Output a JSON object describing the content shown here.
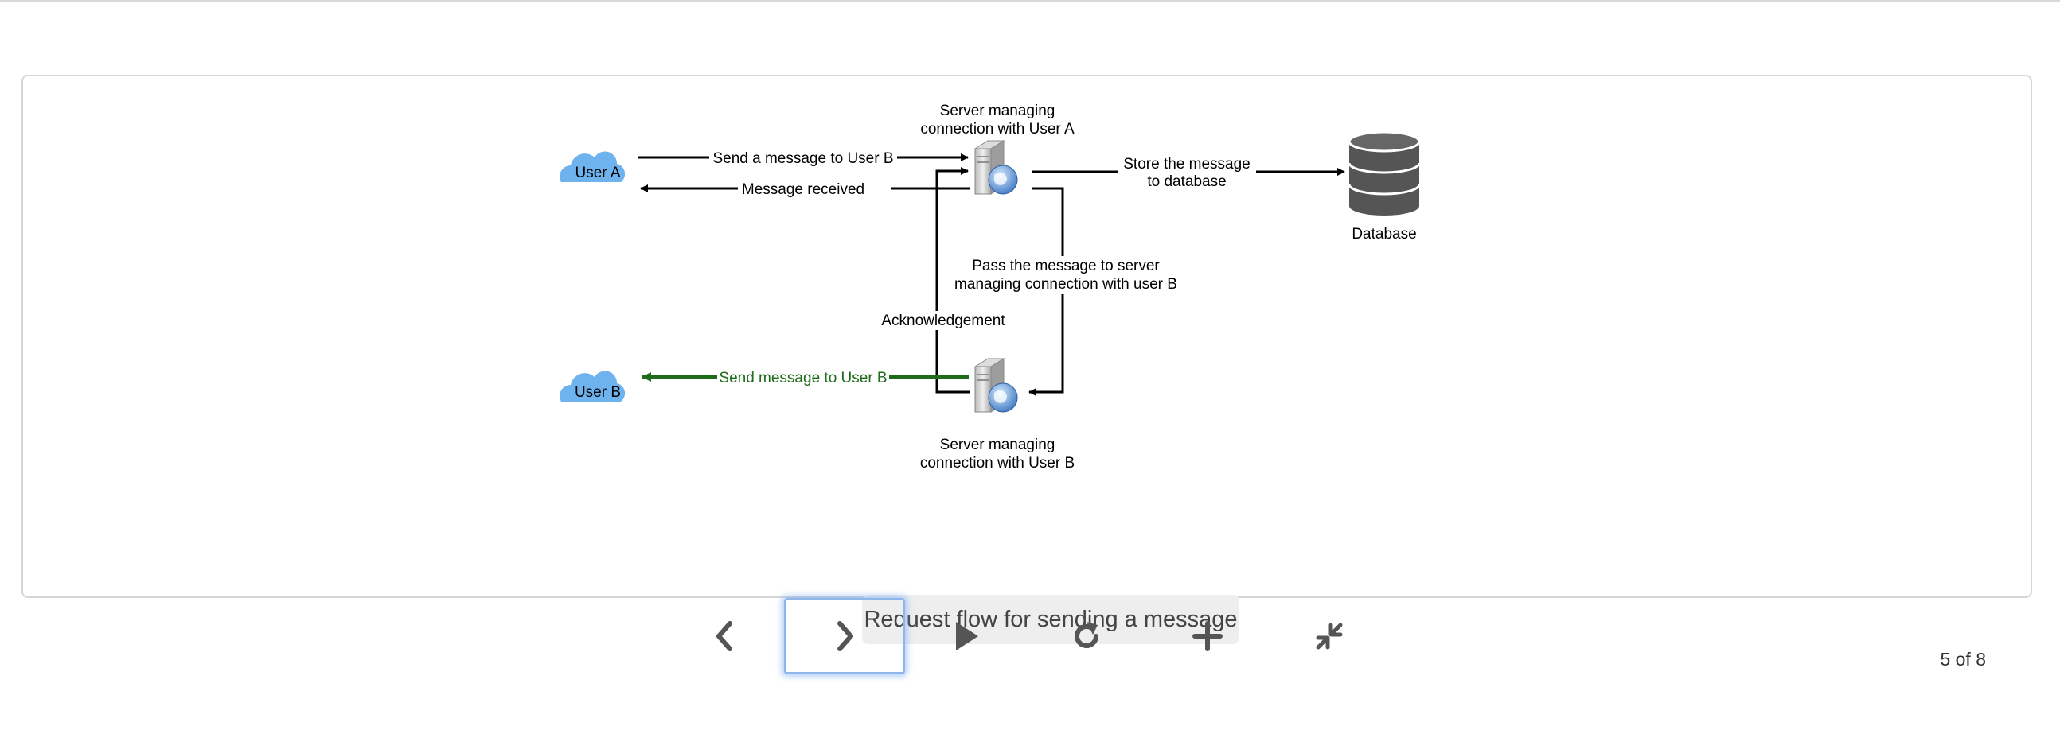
{
  "diagram": {
    "user_a": "User A",
    "user_b": "User B",
    "server_a_line1": "Server managing",
    "server_a_line2": "connection with User A",
    "server_b_line1": "Server managing",
    "server_b_line2": "connection with User B",
    "database": "Database",
    "send_msg": "Send a message to User B",
    "msg_received": "Message received",
    "store_line1": "Store the message",
    "store_line2": "to database",
    "pass_line1": "Pass the message to server",
    "pass_line2": "managing connection with user B",
    "ack": "Acknowledgement",
    "send_to_b": "Send message to User B"
  },
  "caption": "Request flow for sending a message",
  "counter": "5 of 8",
  "controls": {
    "prev_icon": "chevron-left-icon",
    "next_icon": "chevron-right-icon",
    "play_icon": "play-icon",
    "reload_icon": "reload-icon",
    "zoom_icon": "plus-icon",
    "collapse_icon": "compress-icon"
  },
  "colors": {
    "cloud": "#6fb3ee",
    "green": "#1e6b1a",
    "focus": "#8fb6ec"
  }
}
